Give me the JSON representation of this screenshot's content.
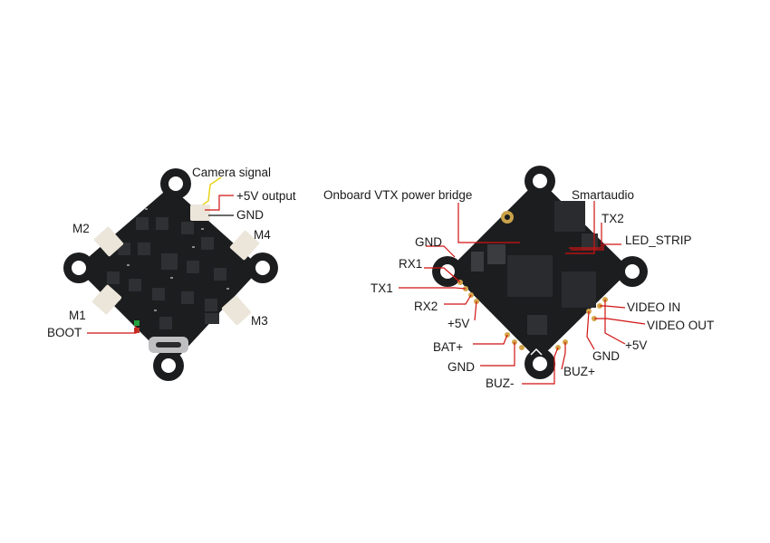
{
  "left_board": {
    "labels": {
      "camera_signal": "Camera signal",
      "v5_output": "+5V output",
      "gnd": "GND",
      "m1": "M1",
      "m2": "M2",
      "m3": "M3",
      "m4": "M4",
      "boot": "BOOT"
    }
  },
  "right_board": {
    "labels": {
      "onboard_vtx": "Onboard VTX power bridge",
      "smartaudio": "Smartaudio",
      "tx2": "TX2",
      "led_strip": "LED_STRIP",
      "gnd_top": "GND",
      "rx1": "RX1",
      "tx1": "TX1",
      "rx2": "RX2",
      "v5_left": "+5V",
      "bat_plus": "BAT+",
      "gnd_bottom": "GND",
      "buz_minus": "BUZ-",
      "buz_plus": "BUZ+",
      "video_in": "VIDEO IN",
      "video_out": "VIDEO OUT",
      "gnd_right": "GND",
      "v5_right": "+5V"
    }
  },
  "colors": {
    "board": "#1c1d1f",
    "leader_line": "#d01212",
    "camera_wire": "#e8d21a",
    "connector": "#ece6da",
    "pad_gold": "#d4a64a"
  }
}
